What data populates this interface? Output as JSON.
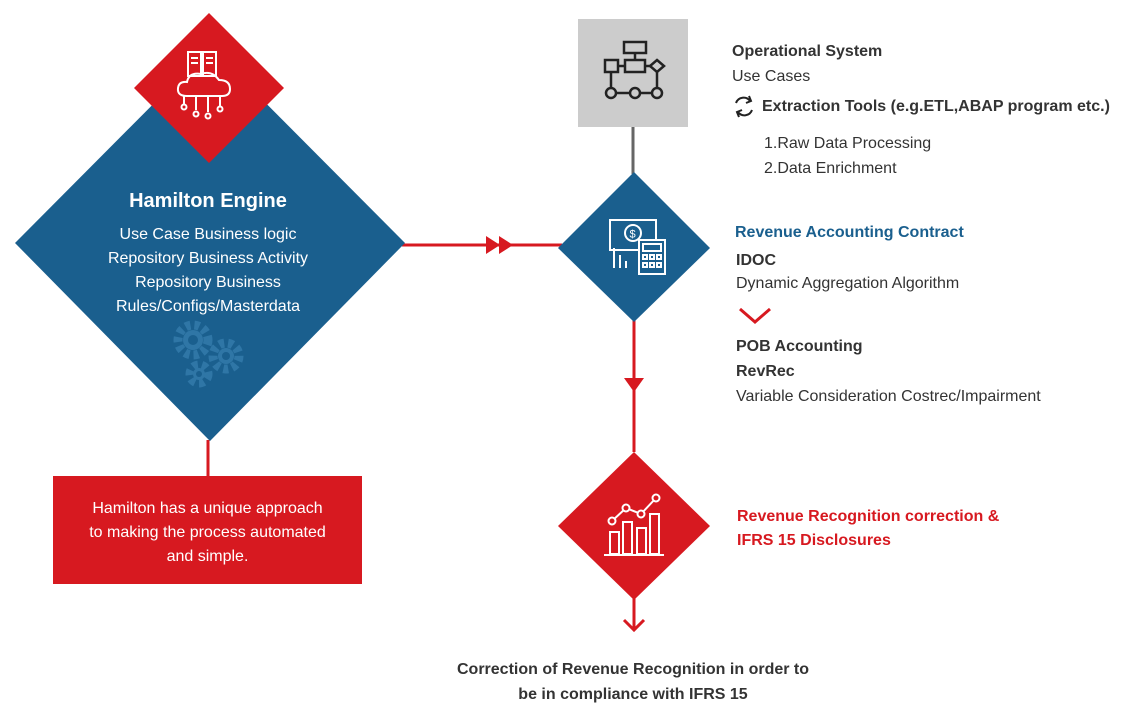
{
  "engine": {
    "title": "Hamilton Engine",
    "lines": [
      "Use Case Business logic",
      "Repository Business Activity",
      "Repository Business",
      "Rules/Configs/Masterdata"
    ]
  },
  "note": {
    "lines": [
      "Hamilton has a unique approach",
      "to making the process automated",
      "and simple."
    ]
  },
  "operational": {
    "title": "Operational System",
    "use_cases": "Use Cases",
    "extraction": "Extraction Tools (e.g.ETL,ABAP program etc.)",
    "steps": [
      "1.Raw Data Processing",
      "2.Data Enrichment"
    ]
  },
  "contract": {
    "title": "Revenue Accounting Contract",
    "idoc": "IDOC",
    "algorithm": "Dynamic Aggregation Algorithm",
    "pob": "POB Accounting",
    "revrec": "RevRec",
    "variable": "Variable Consideration Costrec/Impairment"
  },
  "correction": {
    "lines": [
      "Revenue Recognition correction &",
      "IFRS 15 Disclosures"
    ]
  },
  "final": {
    "lines": [
      "Correction of Revenue Recognition in order to",
      "be in compliance with IFRS 15"
    ]
  },
  "icons": {
    "engine_top": "server-cloud-icon",
    "engine_gears": "gears-icon",
    "operational": "flowchart-icon",
    "extraction": "refresh-icon",
    "contract": "money-calculator-icon",
    "correction": "growth-chart-icon"
  },
  "colors": {
    "blue": "#1a5f8e",
    "red": "#d71920",
    "gray": "#cccccc"
  }
}
